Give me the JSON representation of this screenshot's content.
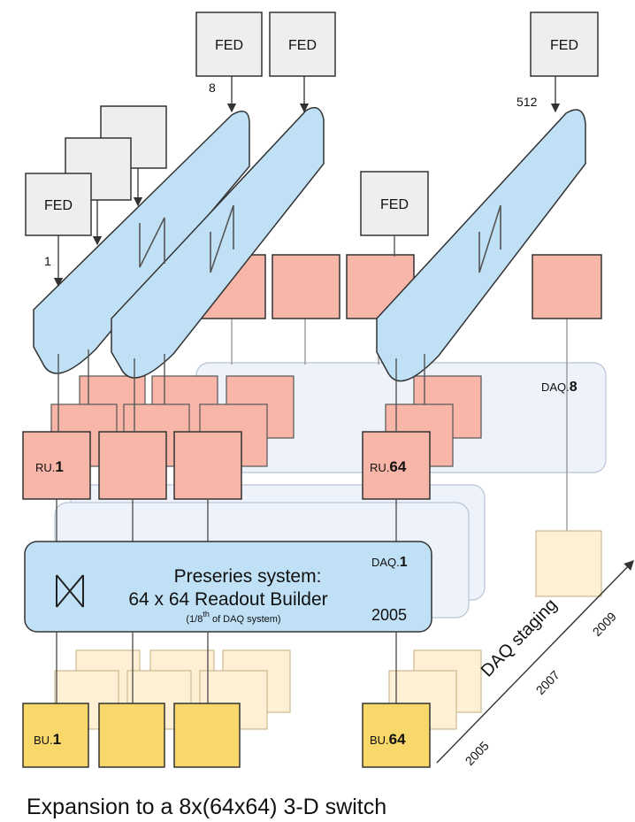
{
  "labels": {
    "fed": "FED",
    "fed_index_1": "1",
    "fed_index_8": "8",
    "fed_index_512": "512",
    "ru_first_prefix": "RU.",
    "ru_first_num": "1",
    "ru_last_prefix": "RU.",
    "ru_last_num": "64",
    "bu_first_prefix": "BU.",
    "bu_first_num": "1",
    "bu_last_prefix": "BU.",
    "bu_last_num": "64",
    "daq_top_prefix": "DAQ.",
    "daq_top_num": "8",
    "daq_main_prefix": "DAQ.",
    "daq_main_num": "1"
  },
  "preseries": {
    "line1": "Preseries system:",
    "line2": "64 x 64 Readout Builder",
    "line3_pre": "(1/8",
    "line3_sup": "th",
    "line3_post": " of DAQ system)",
    "year": "2005"
  },
  "staging": {
    "title": "DAQ staging",
    "years": [
      "2005",
      "2007",
      "2009"
    ]
  },
  "caption": "Expansion to a 8x(64x64) 3-D switch"
}
